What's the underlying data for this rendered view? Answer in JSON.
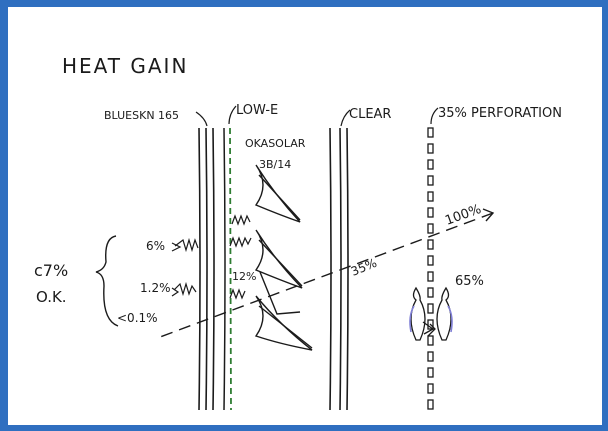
{
  "diagram": {
    "title": "HEAT GAIN",
    "layer_labels": {
      "blueskin": "BLUESKN 165",
      "low_e": "LOW-E",
      "okasolar_1": "OKASOLAR",
      "okasolar_2": "3B/14",
      "clear": "CLEAR",
      "perforation": "35% PERFORATION"
    },
    "measurements": {
      "incident": "100%",
      "reflected_up": "65%",
      "through_perforation": "35%",
      "after_okasolar": "12%",
      "gain_high": "6%",
      "gain_mid": "1.2%",
      "gain_low": "<0.1%",
      "total": "c7%",
      "verdict": "O.K."
    },
    "colors": {
      "ink": "#1b1b1b",
      "low_e_line": "#2e7d32",
      "arrow_accent": "#7f7fd6",
      "frame": "#2f6fc0"
    }
  }
}
